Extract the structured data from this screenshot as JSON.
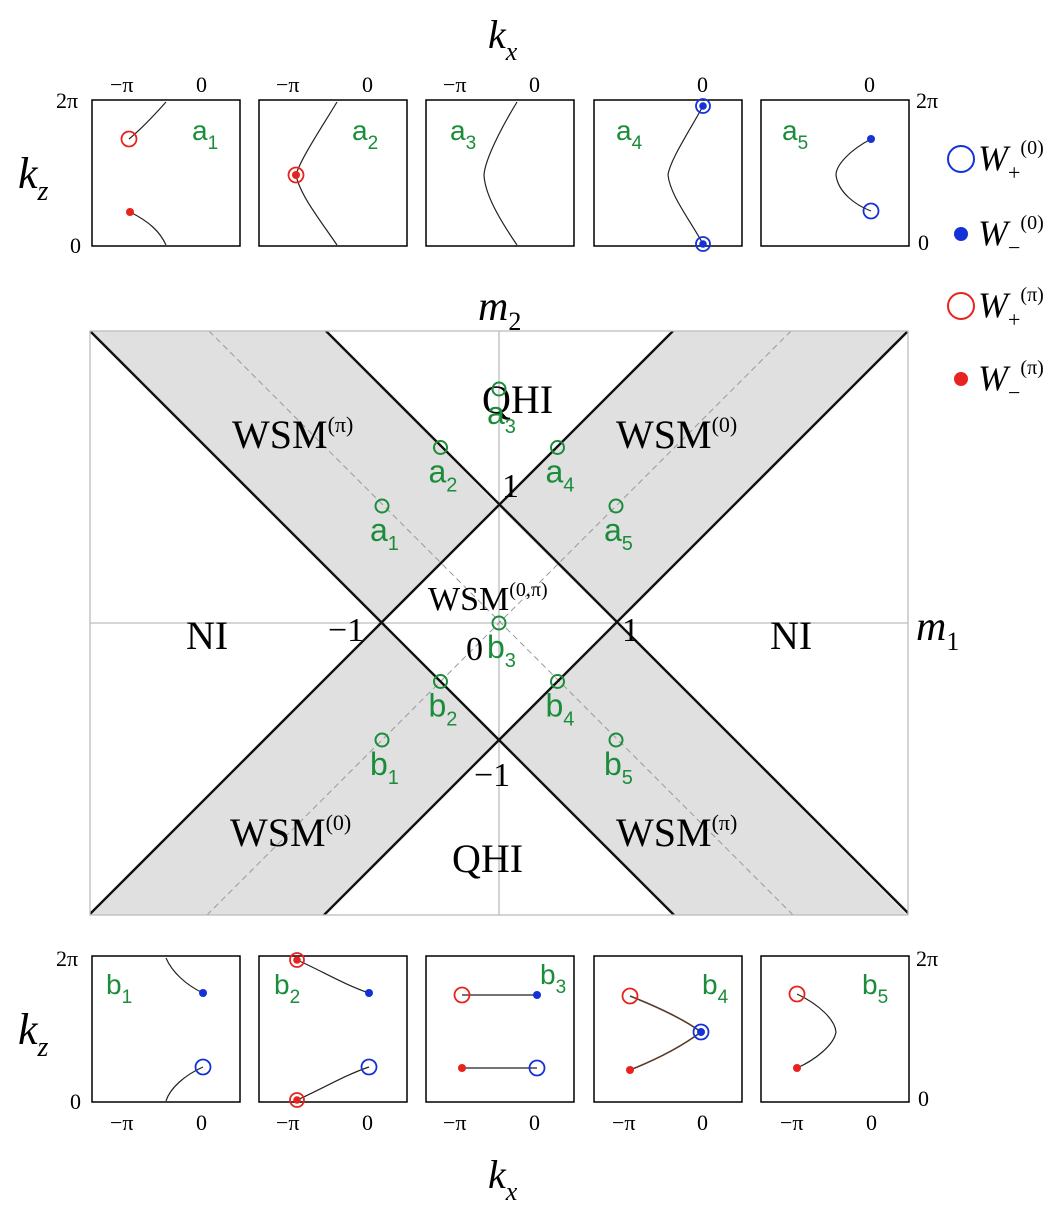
{
  "colors": {
    "green": "#1a8c3a",
    "red": "#e8231f",
    "blue": "#1432d8",
    "shade": "#e0e0e0",
    "grid": "#bdbdbd"
  },
  "top_axis": {
    "var": "k",
    "sub": "x"
  },
  "bottom_axis": {
    "var": "k",
    "sub": "x"
  },
  "top_kz": {
    "var": "k",
    "sub": "z"
  },
  "bottom_kz": {
    "var": "k",
    "sub": "z"
  },
  "tick_labels": {
    "minus_pi": "−π",
    "zero": "0",
    "two_pi": "2π"
  },
  "top_panels": [
    {
      "name": "a",
      "sub": "1"
    },
    {
      "name": "a",
      "sub": "2"
    },
    {
      "name": "a",
      "sub": "3"
    },
    {
      "name": "a",
      "sub": "4"
    },
    {
      "name": "a",
      "sub": "5"
    }
  ],
  "bottom_panels": [
    {
      "name": "b",
      "sub": "1"
    },
    {
      "name": "b",
      "sub": "2"
    },
    {
      "name": "b",
      "sub": "3"
    },
    {
      "name": "b",
      "sub": "4"
    },
    {
      "name": "b",
      "sub": "5"
    }
  ],
  "legend": [
    {
      "symbol": "W",
      "sub": "+",
      "sup": "(0)",
      "marker": "open-blue"
    },
    {
      "symbol": "W",
      "sub": "−",
      "sup": "(0)",
      "marker": "filled-blue"
    },
    {
      "symbol": "W",
      "sub": "+",
      "sup": "(π)",
      "marker": "open-red"
    },
    {
      "symbol": "W",
      "sub": "−",
      "sup": "(π)",
      "marker": "filled-red"
    }
  ],
  "phase_diagram": {
    "axis_x": {
      "var": "m",
      "sub": "1"
    },
    "axis_y": {
      "var": "m",
      "sub": "2"
    },
    "ticks": {
      "x_neg": "−1",
      "x_pos": "1",
      "y_pos": "1",
      "y_neg": "−1",
      "origin": "0"
    },
    "regions": {
      "qhi_top": "QHI",
      "qhi_bottom": "QHI",
      "ni_left": "NI",
      "ni_right": "NI",
      "wsm_pi_upper_left": {
        "base": "WSM",
        "sup": "(π)"
      },
      "wsm_0_upper_right": {
        "base": "WSM",
        "sup": "(0)"
      },
      "wsm_0_lower_left": {
        "base": "WSM",
        "sup": "(0)"
      },
      "wsm_pi_lower_right": {
        "base": "WSM",
        "sup": "(π)"
      },
      "wsm_center": {
        "base": "WSM",
        "sup": "(0,π)"
      }
    },
    "points": [
      {
        "name": "a",
        "sub": "3",
        "m1": 0.0,
        "m2": 2.0
      },
      {
        "name": "a",
        "sub": "2",
        "m1": -0.5,
        "m2": 1.5
      },
      {
        "name": "a",
        "sub": "4",
        "m1": 0.5,
        "m2": 1.5
      },
      {
        "name": "a",
        "sub": "1",
        "m1": -1.0,
        "m2": 1.0
      },
      {
        "name": "a",
        "sub": "5",
        "m1": 1.0,
        "m2": 1.0
      },
      {
        "name": "b",
        "sub": "3",
        "m1": 0.0,
        "m2": 0.0
      },
      {
        "name": "b",
        "sub": "2",
        "m1": -0.5,
        "m2": -0.5
      },
      {
        "name": "b",
        "sub": "4",
        "m1": 0.5,
        "m2": -0.5
      },
      {
        "name": "b",
        "sub": "1",
        "m1": -1.0,
        "m2": -1.0
      },
      {
        "name": "b",
        "sub": "5",
        "m1": 1.0,
        "m2": -1.0
      }
    ]
  }
}
